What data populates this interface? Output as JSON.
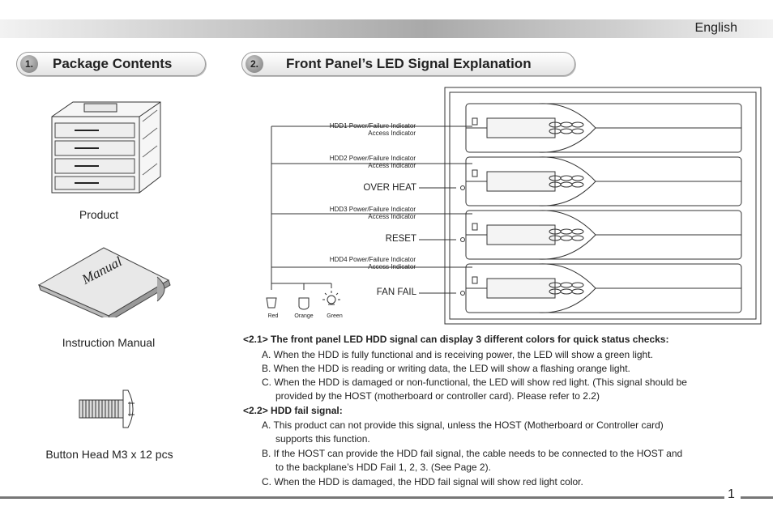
{
  "header": {
    "language": "English"
  },
  "sections": {
    "s1": {
      "num": "1.",
      "title": "Package Contents"
    },
    "s2": {
      "num": "2.",
      "title": "Front Panel’s LED Signal Explanation"
    }
  },
  "contents": {
    "product": "Product",
    "manual": "Instruction Manual",
    "manual_cover": "Manual",
    "screw": "Button Head M3 x 12 pcs"
  },
  "diagram": {
    "hdd1_power": "HDD1 Power/Failure Indicator",
    "hdd1_access": "Access Indicator",
    "hdd2_power": "HDD2 Power/Failure Indicator",
    "hdd2_access": "Access Indicator",
    "over_heat": "OVER HEAT",
    "hdd3_power": "HDD3 Power/Failure Indicator",
    "hdd3_access": "Access Indicator",
    "reset": "RESET",
    "hdd4_power": "HDD4 Power/Failure Indicator",
    "hdd4_access": "Access Indicator",
    "fan_fail": "FAN FAIL",
    "legend": {
      "red": "Red",
      "orange": "Orange",
      "green": "Green"
    }
  },
  "text": {
    "h21": "<2.1> The front panel LED HDD signal can display 3 different colors for quick status checks:",
    "a1": "A. When the HDD is fully functional and is receiving power, the LED will show a green light.",
    "b1": "B. When the HDD is reading or writing data, the LED will show a flashing orange light.",
    "c1a": "C. When the HDD is damaged or non-functional, the LED will show red light. (This signal should be",
    "c1b": "provided by the HOST (motherboard or controller card). Please refer to 2.2)",
    "h22": "<2.2> HDD fail signal:",
    "a2a": "A. This product can not provide this signal, unless the HOST (Motherboard or Controller card)",
    "a2b": "supports this function.",
    "b2a": "B. If the HOST can provide the HDD fail signal, the cable needs to be connected to the HOST and",
    "b2b": "to the backplane’s HDD Fail 1, 2, 3. (See Page 2).",
    "c2": "C. When the HDD is damaged, the HDD fail signal will show red light color."
  },
  "footer": {
    "page": "1"
  }
}
